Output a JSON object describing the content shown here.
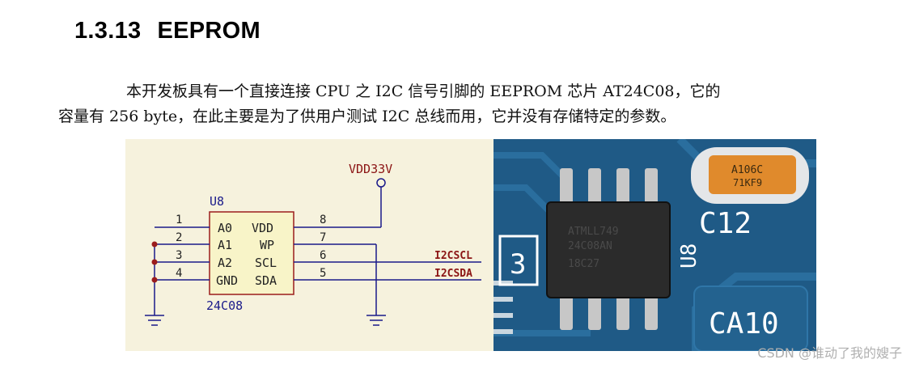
{
  "section": {
    "number": "1.3.13",
    "title": "EEPROM"
  },
  "paragraph": {
    "line1": "本开发板具有一个直接连接 CPU 之 I2C 信号引脚的 EEPROM 芯片 AT24C08，它的",
    "line2": "容量有 256 byte，在此主要是为了供用户测试 I2C 总线而用，它并没有存储特定的参数。"
  },
  "schematic": {
    "power_label": "VDD33V",
    "ref": "U8",
    "part": "24C08",
    "pins_left": [
      {
        "num": "1",
        "name": "A0"
      },
      {
        "num": "2",
        "name": "A1"
      },
      {
        "num": "3",
        "name": "A2"
      },
      {
        "num": "4",
        "name": "GND"
      }
    ],
    "pins_right": [
      {
        "num": "8",
        "name": "VDD"
      },
      {
        "num": "7",
        "name": "WP"
      },
      {
        "num": "6",
        "name": "SCL"
      },
      {
        "num": "5",
        "name": "SDA"
      }
    ],
    "net_scl": "I2CSCL",
    "net_sda": "I2CSDA"
  },
  "photo": {
    "label_c12": "C12",
    "label_u8": "U8",
    "label_3": "3",
    "label_ca10": "CA10",
    "cap_text1": "A106C",
    "cap_text2": "71KF9",
    "chip_text1": "ATMLL749",
    "chip_text2": "24C08AN",
    "chip_text3": "18C27"
  },
  "watermark": "CSDN @谁动了我的嫂子",
  "colors": {
    "schematic_bg": "#f6f2dd",
    "wire": "#1a1a8a",
    "net_label": "#8b1414",
    "pcb": "#1f5a86"
  }
}
